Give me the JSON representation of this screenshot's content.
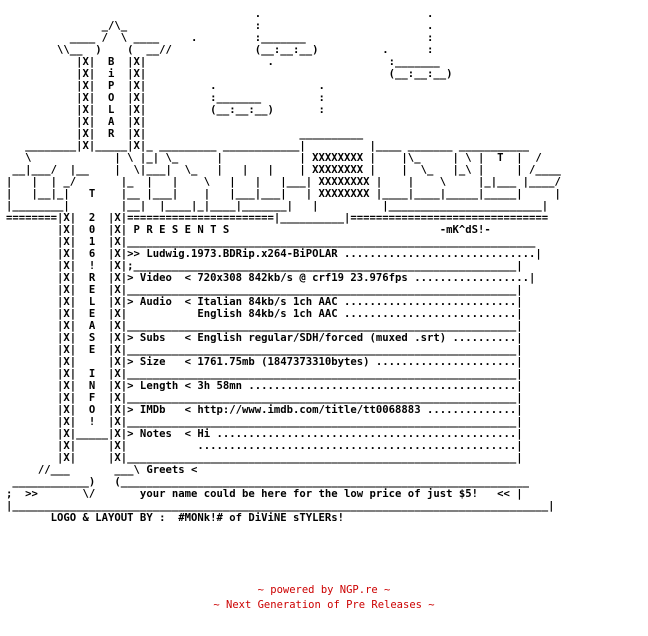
{
  "nfo": {
    "art_lines": [
      "                                       .                          .",
      "               _/\\_                    :                          .",
      "          ____ /  \\ ____     .         :_______                   :",
      "        \\\\__  )    (  __//             (__:__:__)          .      :",
      "           |X|  B  |X|                   .                  :_______",
      "           |X|  i  |X|                                      (__:__:__)",
      "           |X|  P  |X|          .                .",
      "           |X|  O  |X|          :_______         :",
      "           |X|  L  |X|          (__:__:__)       :",
      "           |X|  A  |X|",
      "           |X|  R  |X|                        __________",
      "   ________|X|_____|X|_ _________ ____________|          |____ _______ ___________",
      "   \\             | \\ |_| \\_      |            | XXXXXXXX |    |\\_     | \\ |  T  |  /",
      " __|___/  |__    |  \\|___|  \\_   |   |   |    | XXXXXXXX |    |  \\_   |_\\ |     | /____",
      "|   |  | _/       |_  |   |    \\   |   |   |___| XXXXXXXX |    |    \\     |_|___ |____/",
      "|   |__|_|   T    |__ |___|    |   |___|___|   | XXXXXXXX |____|____|_____|_____|     |",
      "|________|        |__|  |____|_|____|_______|   |          |________________________|",
      "========|X|  2  |X|=======================|__________|===============================",
      "        |X|  0  |X| P R E S E N T S                                 -mK^dS!-",
      "        |X|  1  |X|________________________________________________________________",
      "        |X|  6  |X|>> Ludwig.1973.BDRip.x264-BiPOLAR ..............................|",
      "        |X|  !  |X|;____________________________________________________________|",
      "        |X|  R  |X|> Video  < 720x308 842kb/s @ crf19 23.976fps ..................|",
      "        |X|  E  |X|_____________________________________________________________|",
      "        |X|  L  |X|> Audio  < Italian 84kb/s 1ch AAC ...........................|",
      "        |X|  E  |X|           English 84kb/s 1ch AAC ...........................|",
      "        |X|  A  |X|_____________________________________________________________|",
      "        |X|  S  |X|> Subs   < English regular/SDH/forced (muxed .srt) ..........|",
      "        |X|  E  |X|_____________________________________________________________|",
      "        |X|     |X|> Size   < 1761.75mb (1847373310bytes) ......................|",
      "        |X|  I  |X|_____________________________________________________________|",
      "        |X|  N  |X|> Length < 3h 58mn ..........................................|",
      "        |X|  F  |X|_____________________________________________________________|",
      "        |X|  O  |X|> IMDb   < http://www.imdb.com/title/tt0068883 ..............|",
      "        |X|  !  |X|_____________________________________________________________|",
      "        |X|_____|X|> Notes  < Hi ...............................................|",
      "        |X|     |X|           ..................................................|",
      "        |X|     |X|_____________________________________________________________|",
      "     //___       ___\\ Greets <",
      " ____________)   (________________________________________________________________",
      ";  >>       \\/       your name could be here for the low price of just $5!   << |",
      "|____________________________________________________________________________________|",
      "       LOGO & LAYOUT BY :  #MONk!# of DiViNE sTYLERs!"
    ],
    "footer": {
      "line1": "~ powered by NGP.re ~",
      "line2": "~ Next Generation of Pre Releases ~"
    }
  },
  "colors": {
    "background": "#ffffff",
    "text": "#000000",
    "footer": "#cc0000"
  }
}
